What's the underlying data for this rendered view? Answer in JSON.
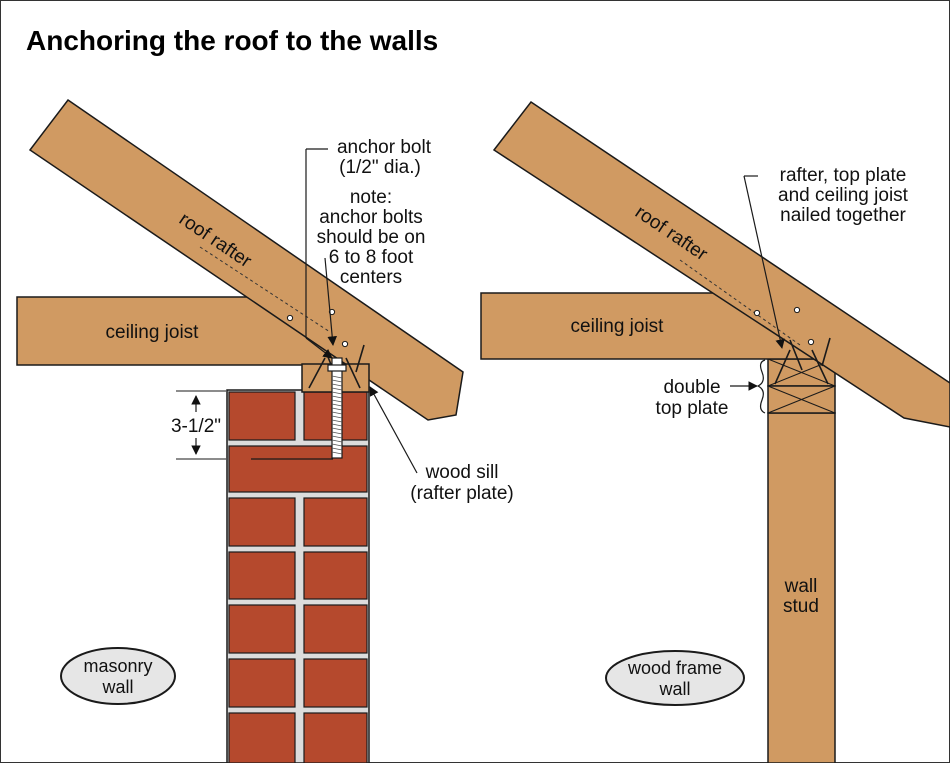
{
  "title": "Anchoring the roof to the walls",
  "colors": {
    "wood": "#D09A62",
    "brick": "#B5492D",
    "mortar": "#DCDCDC",
    "outline": "#1A1A1A",
    "badge_fill": "#E6E6E6"
  },
  "masonry": {
    "roof_rafter": "roof rafter",
    "ceiling_joist": "ceiling joist",
    "anchor_bolt": [
      "anchor bolt",
      "(1/2\" dia.)"
    ],
    "note": [
      "note:",
      "anchor bolts",
      "should be on",
      "6 to 8 foot",
      "centers"
    ],
    "embed_depth": "3-1/2\"",
    "wood_sill": [
      "wood sill",
      "(rafter plate)"
    ],
    "badge": [
      "masonry",
      "wall"
    ]
  },
  "frame": {
    "roof_rafter": "roof rafter",
    "ceiling_joist": "ceiling joist",
    "nailed": [
      "rafter, top plate",
      "and ceiling joist",
      "nailed together"
    ],
    "top_plate": [
      "double",
      "top plate"
    ],
    "wall_stud": [
      "wall",
      "stud"
    ],
    "badge": [
      "wood frame",
      "wall"
    ]
  }
}
